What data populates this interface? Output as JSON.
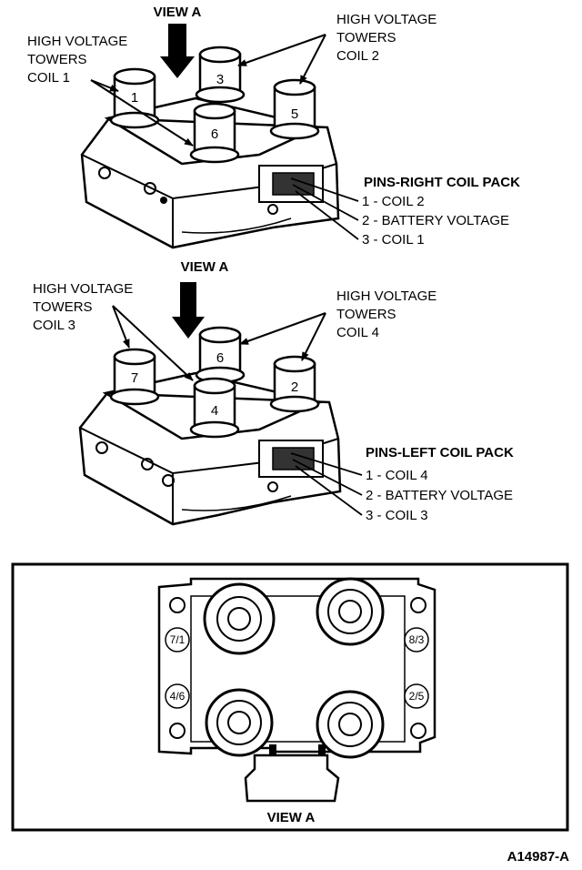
{
  "top_pack": {
    "view_label": "VIEW A",
    "coil1_label": [
      "HIGH VOLTAGE",
      "TOWERS",
      "COIL 1"
    ],
    "coil2_label": [
      "HIGH VOLTAGE",
      "TOWERS",
      "COIL 2"
    ],
    "towers": [
      "1",
      "3",
      "5",
      "6"
    ],
    "pins_title": "PINS-RIGHT COIL PACK",
    "pins": [
      "1 - COIL 2",
      "2 - BATTERY VOLTAGE",
      "3 - COIL 1"
    ]
  },
  "bottom_pack": {
    "view_label": "VIEW A",
    "coil3_label": [
      "HIGH VOLTAGE",
      "TOWERS",
      "COIL 3"
    ],
    "coil4_label": [
      "HIGH VOLTAGE",
      "TOWERS",
      "COIL 4"
    ],
    "towers": [
      "7",
      "6",
      "2",
      "4"
    ],
    "pins_title": "PINS-LEFT COIL PACK",
    "pins": [
      "1 - COIL 4",
      "2 - BATTERY VOLTAGE",
      "3 - COIL 3"
    ]
  },
  "view_a_box": {
    "left_labels": [
      "7/1",
      "4/6"
    ],
    "right_labels": [
      "8/3",
      "2/5"
    ],
    "caption": "VIEW A"
  },
  "figure_id": "A14987-A"
}
